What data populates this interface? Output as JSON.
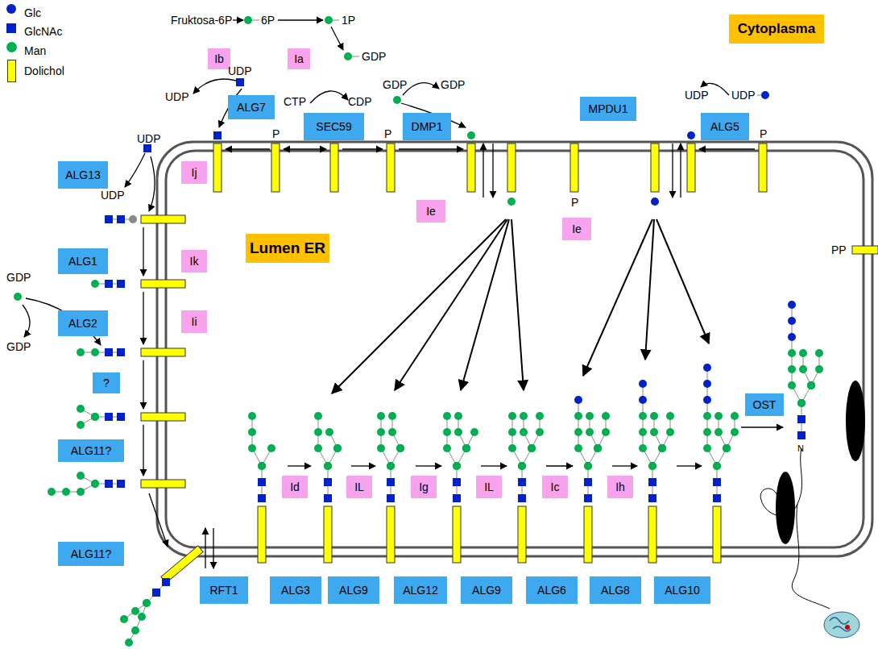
{
  "diagram": {
    "nodes": [
      {
        "text": [
          "Ib"
        ]
      },
      {
        "text": [
          "Ia"
        ]
      },
      {
        "text": [
          "Cytoplasma"
        ]
      },
      {
        "text": [
          "ALG7"
        ]
      },
      {
        "text": [
          "SEC59"
        ]
      },
      {
        "text": [
          "DMP1"
        ]
      },
      {
        "text": [
          "MPDU1"
        ]
      },
      {
        "text": [
          "ALG5"
        ]
      },
      {
        "text": [
          "ALG13"
        ]
      },
      {
        "text": [
          "Ij"
        ]
      },
      {
        "text": [
          "Ie"
        ]
      },
      {
        "text": [
          "Ie"
        ]
      },
      {
        "text": [
          "Lumen ER"
        ]
      },
      {
        "text": [
          "ALG1"
        ]
      },
      {
        "text": [
          "Ik"
        ]
      },
      {
        "text": [
          "ALG2"
        ]
      },
      {
        "text": [
          "Ii"
        ]
      },
      {
        "text": [
          "?"
        ]
      },
      {
        "text": [
          "ALG11?"
        ]
      },
      {
        "text": [
          "ALG11?"
        ]
      },
      {
        "text": [
          "OST"
        ]
      },
      {
        "text": [
          "Id"
        ]
      },
      {
        "text": [
          "IL"
        ]
      },
      {
        "text": [
          "Ig"
        ]
      },
      {
        "text": [
          "IL"
        ]
      },
      {
        "text": [
          "Ic"
        ]
      },
      {
        "text": [
          "Ih"
        ]
      },
      {
        "text": [
          "RFT1"
        ]
      },
      {
        "text": [
          "ALG3"
        ]
      },
      {
        "text": [
          "ALG9"
        ]
      },
      {
        "text": [
          "ALG12"
        ]
      },
      {
        "text": [
          "ALG9"
        ]
      },
      {
        "text": [
          "ALG6"
        ]
      },
      {
        "text": [
          "ALG8"
        ]
      },
      {
        "text": [
          "ALG10"
        ]
      }
    ],
    "labels": [
      "Fruktosa-6P",
      "6P",
      "1P",
      "GDP",
      "UDP",
      "UDP",
      "UDP",
      "UDP",
      "CTP",
      "CDP",
      "GDP",
      "GDP",
      "UDP",
      "UDP",
      "P",
      "P",
      "P",
      "P",
      "PP",
      "GDP",
      "GDP",
      "N"
    ],
    "legend": [
      {
        "text": "Glc",
        "color": "#0022cc"
      },
      {
        "text": "GlcNAc",
        "color": "#0022cc"
      },
      {
        "text": "Man",
        "color": "#00b050"
      },
      {
        "text": "Dolichol",
        "color": "#ffff00"
      }
    ]
  }
}
